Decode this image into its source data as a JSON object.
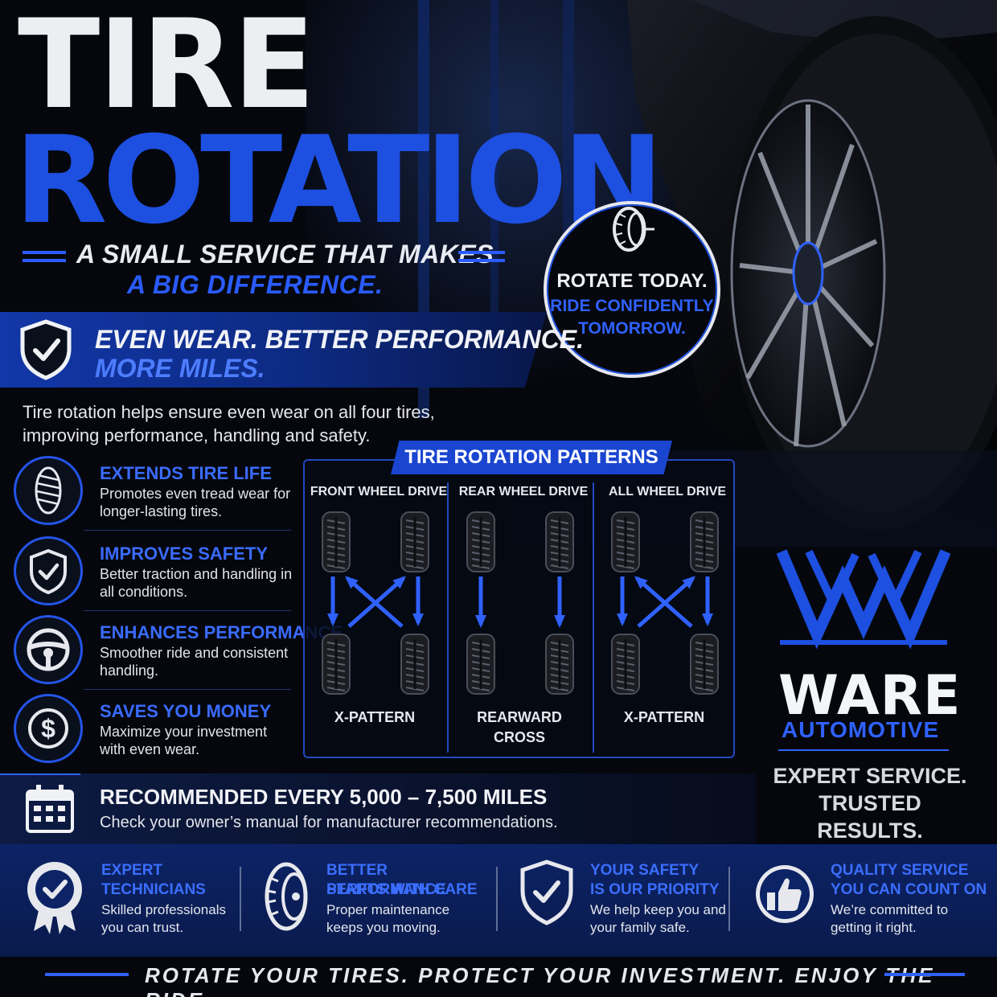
{
  "headline": {
    "line1": "TIRE",
    "line2": "ROTATION"
  },
  "tagline": {
    "line1": "A SMALL SERVICE THAT MAKES",
    "line2": "A BIG DIFFERENCE."
  },
  "badge": {
    "line1": "ROTATE TODAY.",
    "line2": "RIDE CONFIDENTLY",
    "line3": "TOMORROW.",
    "icon": "tire-icon"
  },
  "banner": {
    "line1": "EVEN WEAR. BETTER PERFORMANCE.",
    "line2": "MORE MILES.",
    "icon": "shield-check-icon"
  },
  "intro": "Tire rotation helps ensure even wear on all four tires, improving performance, handling and safety.",
  "benefits": [
    {
      "title": "EXTENDS TIRE LIFE",
      "desc": "Promotes even tread wear for longer-lasting tires.",
      "icon": "tire-tread-icon"
    },
    {
      "title": "IMPROVES SAFETY",
      "desc": "Better traction and handling in all conditions.",
      "icon": "shield-check-icon"
    },
    {
      "title": "ENHANCES PERFORMANCE",
      "desc": "Smoother ride and consistent handling.",
      "icon": "steering-wheel-icon"
    },
    {
      "title": "SAVES YOU MONEY",
      "desc": "Maximize your investment with even wear.",
      "icon": "dollar-icon"
    }
  ],
  "patterns": {
    "title": "TIRE ROTATION PATTERNS",
    "columns": [
      {
        "heading": "FRONT WHEEL DRIVE",
        "footer": "X-PATTERN",
        "type": "x"
      },
      {
        "heading": "REAR WHEEL DRIVE",
        "footer_line1": "REARWARD",
        "footer_line2": "CROSS",
        "type": "rear"
      },
      {
        "heading": "ALL WHEEL DRIVE",
        "footer": "X-PATTERN",
        "type": "x"
      }
    ]
  },
  "recommend": {
    "title": "RECOMMENDED EVERY 5,000 – 7,500 MILES",
    "desc": "Check your owner’s manual for manufacturer recommendations.",
    "icon": "calendar-icon"
  },
  "brand": {
    "name": "WARE",
    "sub": "AUTOMOTIVE",
    "tag1": "EXPERT SERVICE.",
    "tag2": "TRUSTED RESULTS.",
    "icon": "ware-w-logo"
  },
  "features": [
    {
      "title1": "EXPERT",
      "title2": "TECHNICIANS",
      "desc1": "Skilled professionals",
      "desc2": "you can trust.",
      "icon": "award-check-icon"
    },
    {
      "title1": "BETTER PERFORMANCE",
      "title2": "STARTS WITH CARE",
      "desc1": "Proper maintenance",
      "desc2": "keeps you moving.",
      "icon": "tire-icon"
    },
    {
      "title1": "YOUR SAFETY",
      "title2": "IS OUR PRIORITY",
      "desc1": "We help keep you and",
      "desc2": "your family safe.",
      "icon": "shield-check-icon"
    },
    {
      "title1": "QUALITY SERVICE",
      "title2": "YOU CAN COUNT ON",
      "desc1": "We’re committed to",
      "desc2": "getting it right.",
      "icon": "thumbs-up-icon"
    }
  ],
  "footer": "ROTATE YOUR TIRES. PROTECT YOUR INVESTMENT. ENJOY THE RIDE.",
  "colors": {
    "accent": "#1d4fe0",
    "accent_light": "#3a6bff",
    "background": "#05070d"
  }
}
